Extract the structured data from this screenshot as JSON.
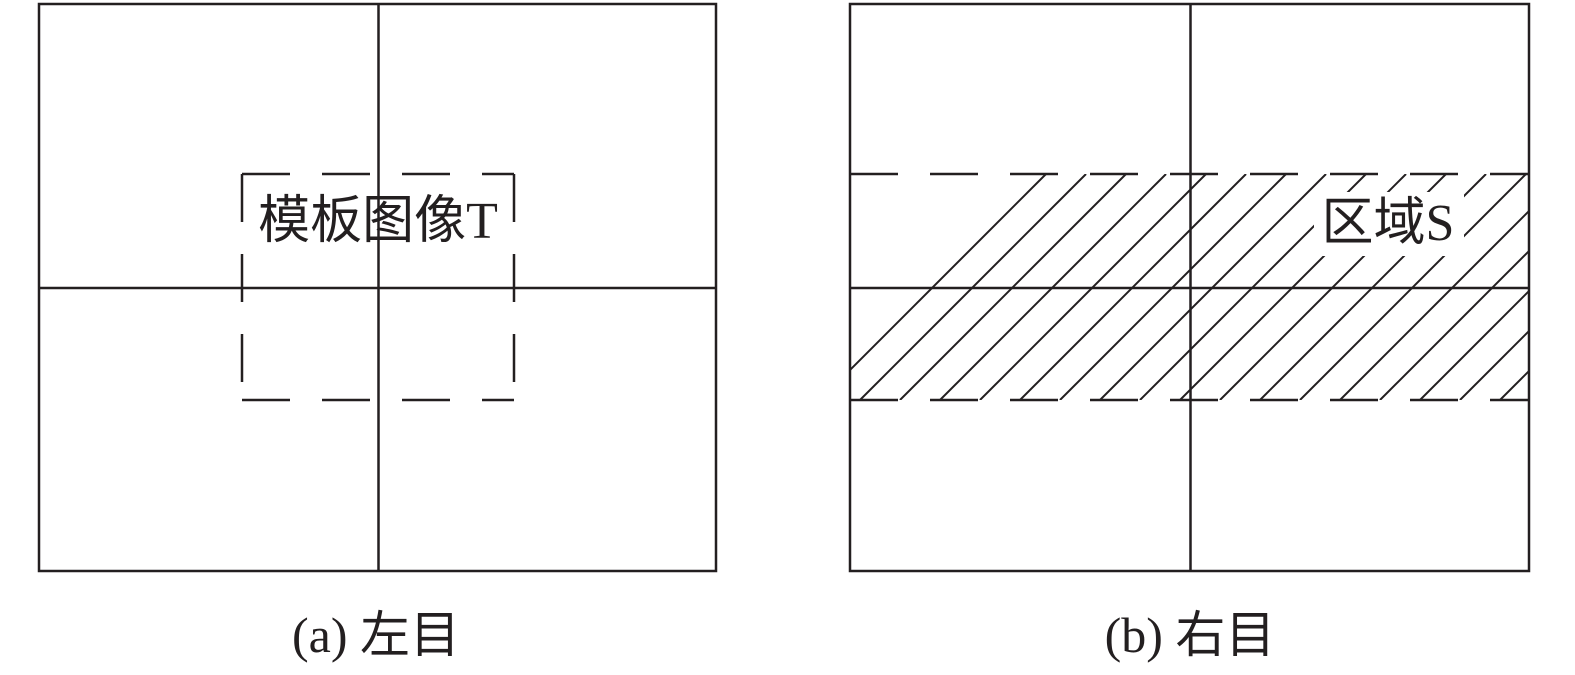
{
  "panels": [
    {
      "id": "left",
      "caption": "(a) 左目",
      "region_label": "模板图像T"
    },
    {
      "id": "right",
      "caption": "(b) 右目",
      "region_label": "区域S"
    }
  ]
}
